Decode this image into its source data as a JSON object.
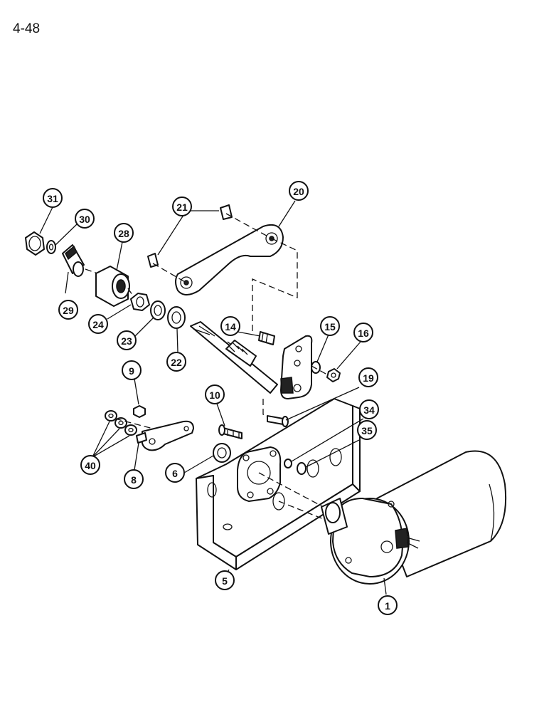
{
  "page_number": "4-48",
  "callouts": [
    {
      "id": "c31",
      "label": "31"
    },
    {
      "id": "c30",
      "label": "30"
    },
    {
      "id": "c28",
      "label": "28"
    },
    {
      "id": "c29",
      "label": "29"
    },
    {
      "id": "c21",
      "label": "21"
    },
    {
      "id": "c20",
      "label": "20"
    },
    {
      "id": "c24",
      "label": "24"
    },
    {
      "id": "c23",
      "label": "23"
    },
    {
      "id": "c22",
      "label": "22"
    },
    {
      "id": "c14",
      "label": "14"
    },
    {
      "id": "c15",
      "label": "15"
    },
    {
      "id": "c16",
      "label": "16"
    },
    {
      "id": "c19",
      "label": "19"
    },
    {
      "id": "c9",
      "label": "9"
    },
    {
      "id": "c10",
      "label": "10"
    },
    {
      "id": "c34",
      "label": "34"
    },
    {
      "id": "c35",
      "label": "35"
    },
    {
      "id": "c40",
      "label": "40"
    },
    {
      "id": "c8",
      "label": "8"
    },
    {
      "id": "c6",
      "label": "6"
    },
    {
      "id": "c5",
      "label": "5"
    },
    {
      "id": "c1",
      "label": "1"
    }
  ]
}
